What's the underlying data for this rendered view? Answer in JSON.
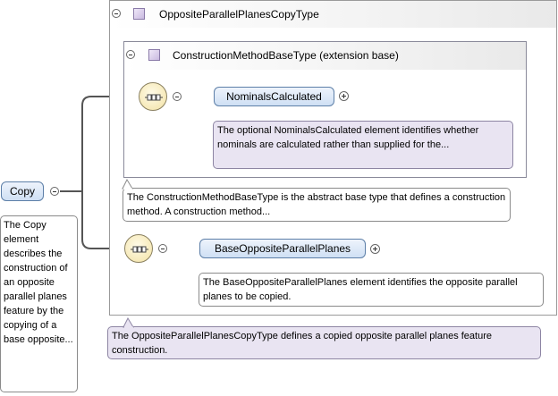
{
  "diagram": {
    "outer_type": {
      "title": "OppositeParallelPlanesCopyType",
      "doc": "The OppositeParallelPlanesCopyType defines a copied opposite parallel planes feature construction."
    },
    "inner_type": {
      "title": "ConstructionMethodBaseType (extension base)",
      "doc": "The ConstructionMethodBaseType is the abstract base type that defines a construction method. A construction method..."
    },
    "root_element": {
      "label": "Copy",
      "doc": "The Copy element describes the construction of an opposite parallel planes feature by the copying of a base opposite..."
    },
    "elements": [
      {
        "label": "NominalsCalculated",
        "doc": "The optional NominalsCalculated element identifies whether nominals are calculated rather than supplied for the..."
      },
      {
        "label": "BaseOppositeParallelPlanes",
        "doc": "The BaseOppositeParallelPlanes element identifies the opposite parallel planes to be copied."
      }
    ],
    "icons": {
      "sequence": "sequence-compositor-icon",
      "type": "complex-type-icon",
      "collapse": "collapse-minus-icon",
      "expand": "expand-plus-icon"
    },
    "colors": {
      "element_fill": "#cfe0f4",
      "element_border": "#5d7fa8",
      "doc_purple": "#e9e4f2",
      "sequence_fill": "#f6e9b8",
      "type_icon": "#c9b9e0"
    }
  }
}
